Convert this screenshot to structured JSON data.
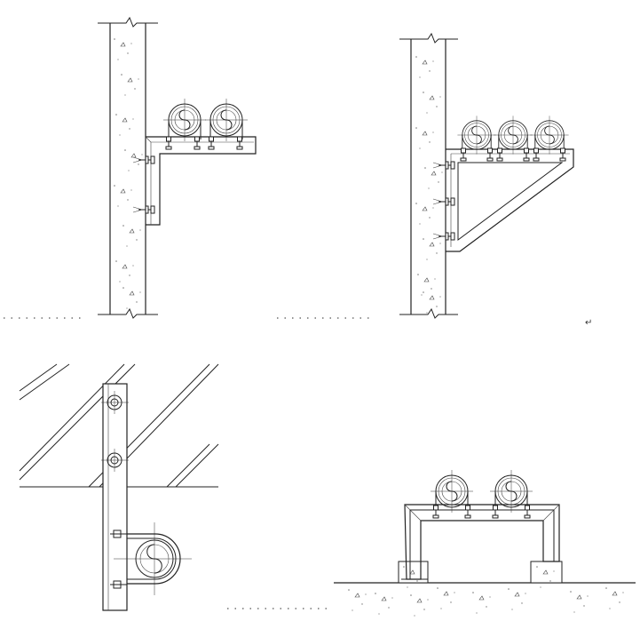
{
  "drawing": {
    "views": [
      {
        "id": "wall-angle-bracket",
        "pipes": 2
      },
      {
        "id": "wall-triangular-bracket",
        "pipes": 3
      },
      {
        "id": "stair-column-clamp",
        "pipes": 1
      },
      {
        "id": "floor-portal-frame",
        "pipes": 2
      }
    ],
    "return_mark": "↵",
    "line_color": "#222222",
    "background": "#ffffff"
  }
}
